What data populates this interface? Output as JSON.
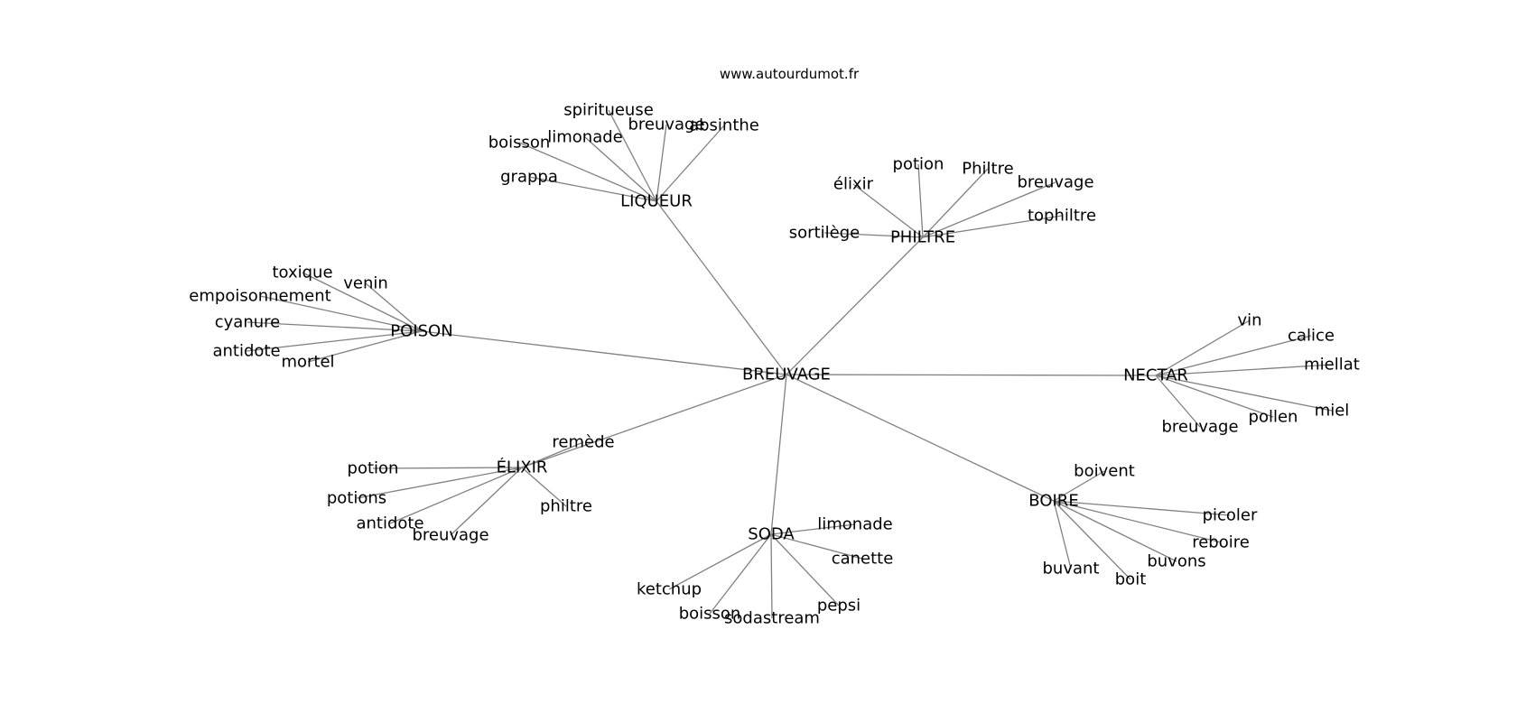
{
  "site_label": "www.autourdumot.fr",
  "center": "BREUVAGE",
  "hubs": [
    {
      "id": "liqueur",
      "label": "LIQUEUR",
      "leaves": [
        "spiritueuse",
        "breuvage",
        "absinthe",
        "limonade",
        "boisson",
        "grappa"
      ]
    },
    {
      "id": "philtre",
      "label": "PHILTRE",
      "leaves": [
        "potion",
        "Philtre",
        "élixir",
        "breuvage",
        "tophiltre",
        "sortilège"
      ]
    },
    {
      "id": "poison",
      "label": "POISON",
      "leaves": [
        "toxique",
        "venin",
        "empoisonnement",
        "cyanure",
        "antidote",
        "mortel"
      ]
    },
    {
      "id": "nectar",
      "label": "NECTAR",
      "leaves": [
        "vin",
        "calice",
        "miellat",
        "miel",
        "pollen",
        "breuvage"
      ]
    },
    {
      "id": "elixir",
      "label": "ÉLIXIR",
      "leaves": [
        "remède",
        "potion",
        "potions",
        "antidote",
        "breuvage",
        "philtre"
      ]
    },
    {
      "id": "soda",
      "label": "SODA",
      "leaves": [
        "limonade",
        "canette",
        "pepsi",
        "sodastream",
        "boisson",
        "ketchup"
      ]
    },
    {
      "id": "boire",
      "label": "BOIRE",
      "leaves": [
        "boivent",
        "picoler",
        "reboire",
        "buvons",
        "boit",
        "buvant"
      ]
    }
  ]
}
